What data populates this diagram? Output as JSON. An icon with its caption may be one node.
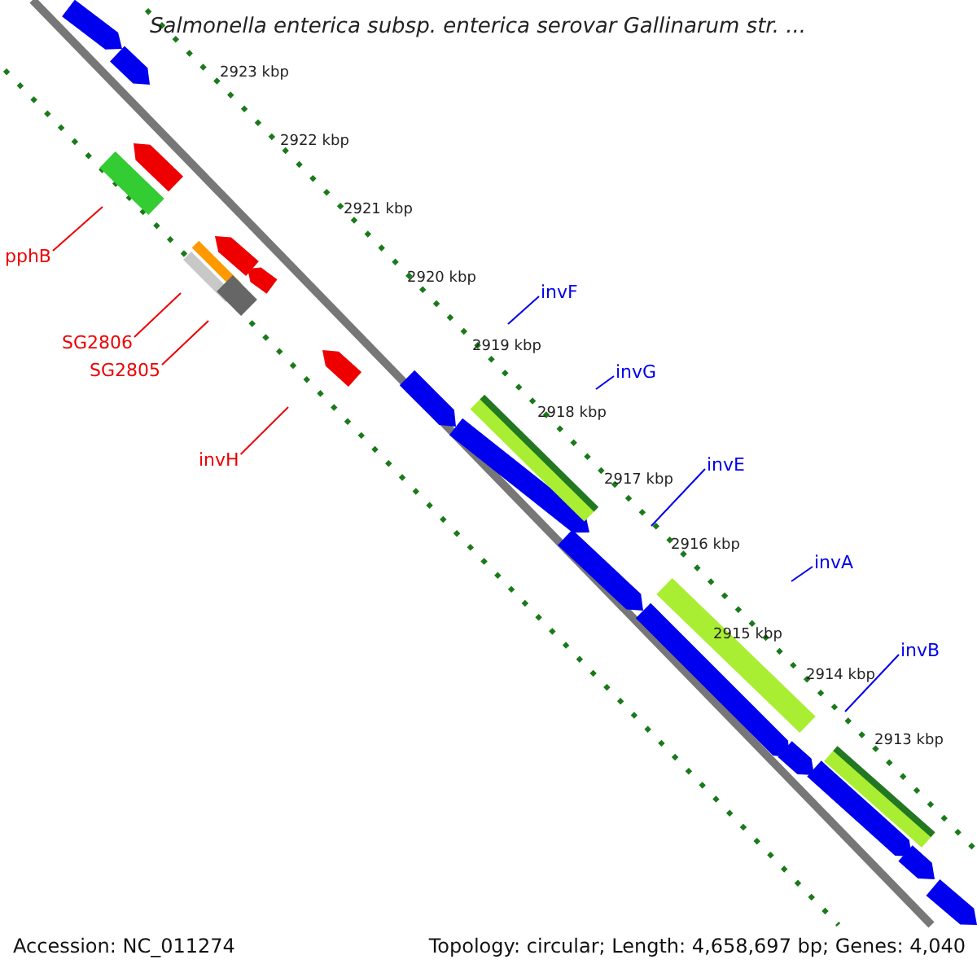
{
  "diagram": {
    "title": "Salmonella enterica subsp. enterica serovar Gallinarum str. ...",
    "nodes": [
      {
        "text": [
          "pphB"
        ]
      },
      {
        "text": [
          "SG2806"
        ]
      },
      {
        "text": [
          "SG2805"
        ]
      },
      {
        "text": [
          "invH"
        ]
      },
      {
        "text": [
          "invF"
        ]
      },
      {
        "text": [
          "invG"
        ]
      },
      {
        "text": [
          "invE"
        ]
      },
      {
        "text": [
          "invA"
        ]
      },
      {
        "text": [
          "invB"
        ]
      }
    ],
    "edges": [
      {
        "from": 0,
        "to": null,
        "arrow": "none",
        "color": "#ee0000"
      },
      {
        "from": 1,
        "to": null,
        "arrow": "none",
        "color": "#ee0000"
      },
      {
        "from": 2,
        "to": null,
        "arrow": "none",
        "color": "#ee0000"
      },
      {
        "from": 3,
        "to": null,
        "arrow": "none",
        "color": "#ee0000"
      },
      {
        "from": 4,
        "to": null,
        "arrow": "none"
      },
      {
        "from": 5,
        "to": null,
        "arrow": "none"
      },
      {
        "from": 6,
        "to": null,
        "arrow": "none"
      },
      {
        "from": 7,
        "to": null,
        "arrow": "none"
      },
      {
        "from": 8,
        "to": null,
        "arrow": "none"
      }
    ],
    "labels": [
      "2923 kbp",
      "2922 kbp",
      "2921 kbp",
      "2920 kbp",
      "2919 kbp",
      "2918 kbp",
      "2917 kbp",
      "2916 kbp",
      "2915 kbp",
      "2914 kbp",
      "2913 kbp",
      "Accession: NC_011274",
      "Topology: circular; Length: 4,658,697 bp; Genes: 4,040"
    ]
  }
}
